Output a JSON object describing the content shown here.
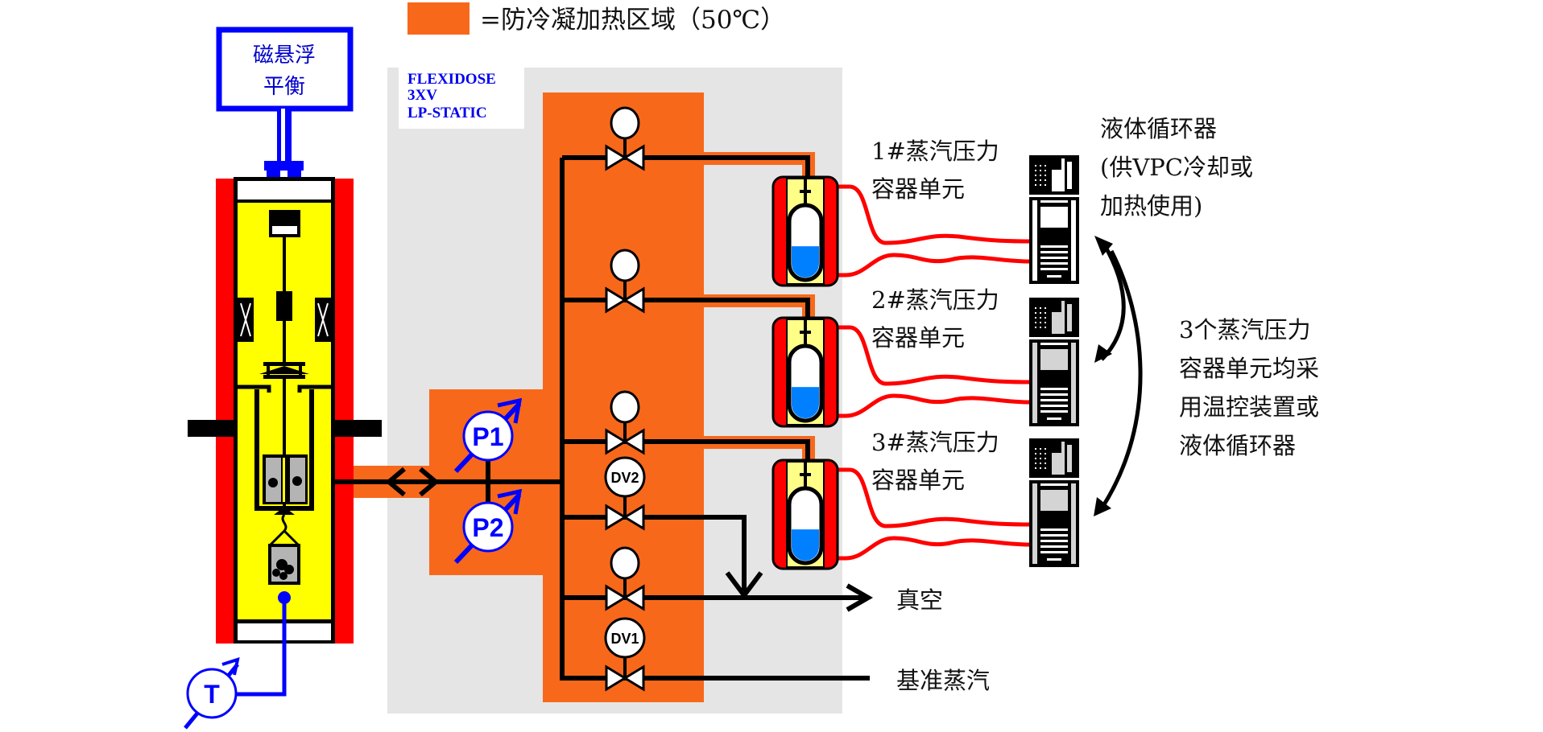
{
  "legend": {
    "swatch_color": "#f8681b",
    "text": "=防冷凝加热区域（50℃）"
  },
  "colors": {
    "heated_zone": "#f8681b",
    "instrument_panel": "#e5e5e5",
    "heater_jacket": "#ff0000",
    "chamber": "#ffff00",
    "vessel_insulation": "#ffff88",
    "liquid": "#0080ff",
    "instrument_blue": "#0000ff",
    "pipe": "#000000",
    "circulator_fill_1": "#ffffff",
    "circulator_fill_2": "#d4d4d4"
  },
  "balance": {
    "label_line1": "磁悬浮",
    "label_line2": "平衡"
  },
  "instrument": {
    "name_line1": "FLEXIDOSE",
    "name_line2": "3XV",
    "name_line3": "LP-STATIC"
  },
  "sensors": {
    "temperature": "T",
    "pressure_1": "P1",
    "pressure_2": "P2"
  },
  "valves": {
    "dosing_valve_2": "DV2",
    "dosing_valve_1": "DV1"
  },
  "vessel_units": [
    {
      "line1": "1#蒸汽压力",
      "line2": "容器单元",
      "liquid_fill_fraction": 0.45
    },
    {
      "line1": "2#蒸汽压力",
      "line2": "容器单元",
      "liquid_fill_fraction": 0.45
    },
    {
      "line1": "3#蒸汽压力",
      "line2": "容器单元",
      "liquid_fill_fraction": 0.45
    }
  ],
  "circulator_note": {
    "line1": "液体循环器",
    "line2": "(供VPC冷却或",
    "line3": "加热使用)"
  },
  "control_note": {
    "line1": "3个蒸汽压力",
    "line2": "容器单元均采",
    "line3": "用温控装置或",
    "line4": "液体循环器"
  },
  "outlets": {
    "vacuum": "真空",
    "reference_vapor": "基准蒸汽"
  }
}
